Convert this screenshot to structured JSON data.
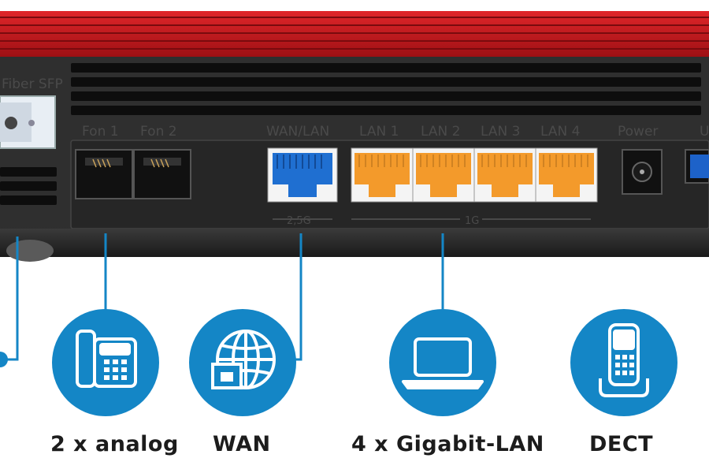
{
  "device": {
    "body_color": "#c4161c",
    "panel_color": "#2b2b2b",
    "accent_blue": "#1486c6",
    "lan_orange": "#f39a2b",
    "wan_blue": "#1f6fd1"
  },
  "port_labels": {
    "fiber": "Fiber SFP",
    "fon1": "Fon 1",
    "fon2": "Fon 2",
    "wanlan": "WAN/LAN",
    "lan1": "LAN 1",
    "lan2": "LAN 2",
    "lan3": "LAN 3",
    "lan4": "LAN 4",
    "power": "Power",
    "usb": "U",
    "speed_25g": "2,5G",
    "speed_1g": "1G"
  },
  "features": [
    {
      "icon": "phone-icon",
      "label": "2 x analog"
    },
    {
      "icon": "globe-icon",
      "label": "WAN"
    },
    {
      "icon": "laptop-icon",
      "label": "4 x Gigabit-LAN"
    },
    {
      "icon": "dect-handset-icon",
      "label": "DECT"
    }
  ]
}
